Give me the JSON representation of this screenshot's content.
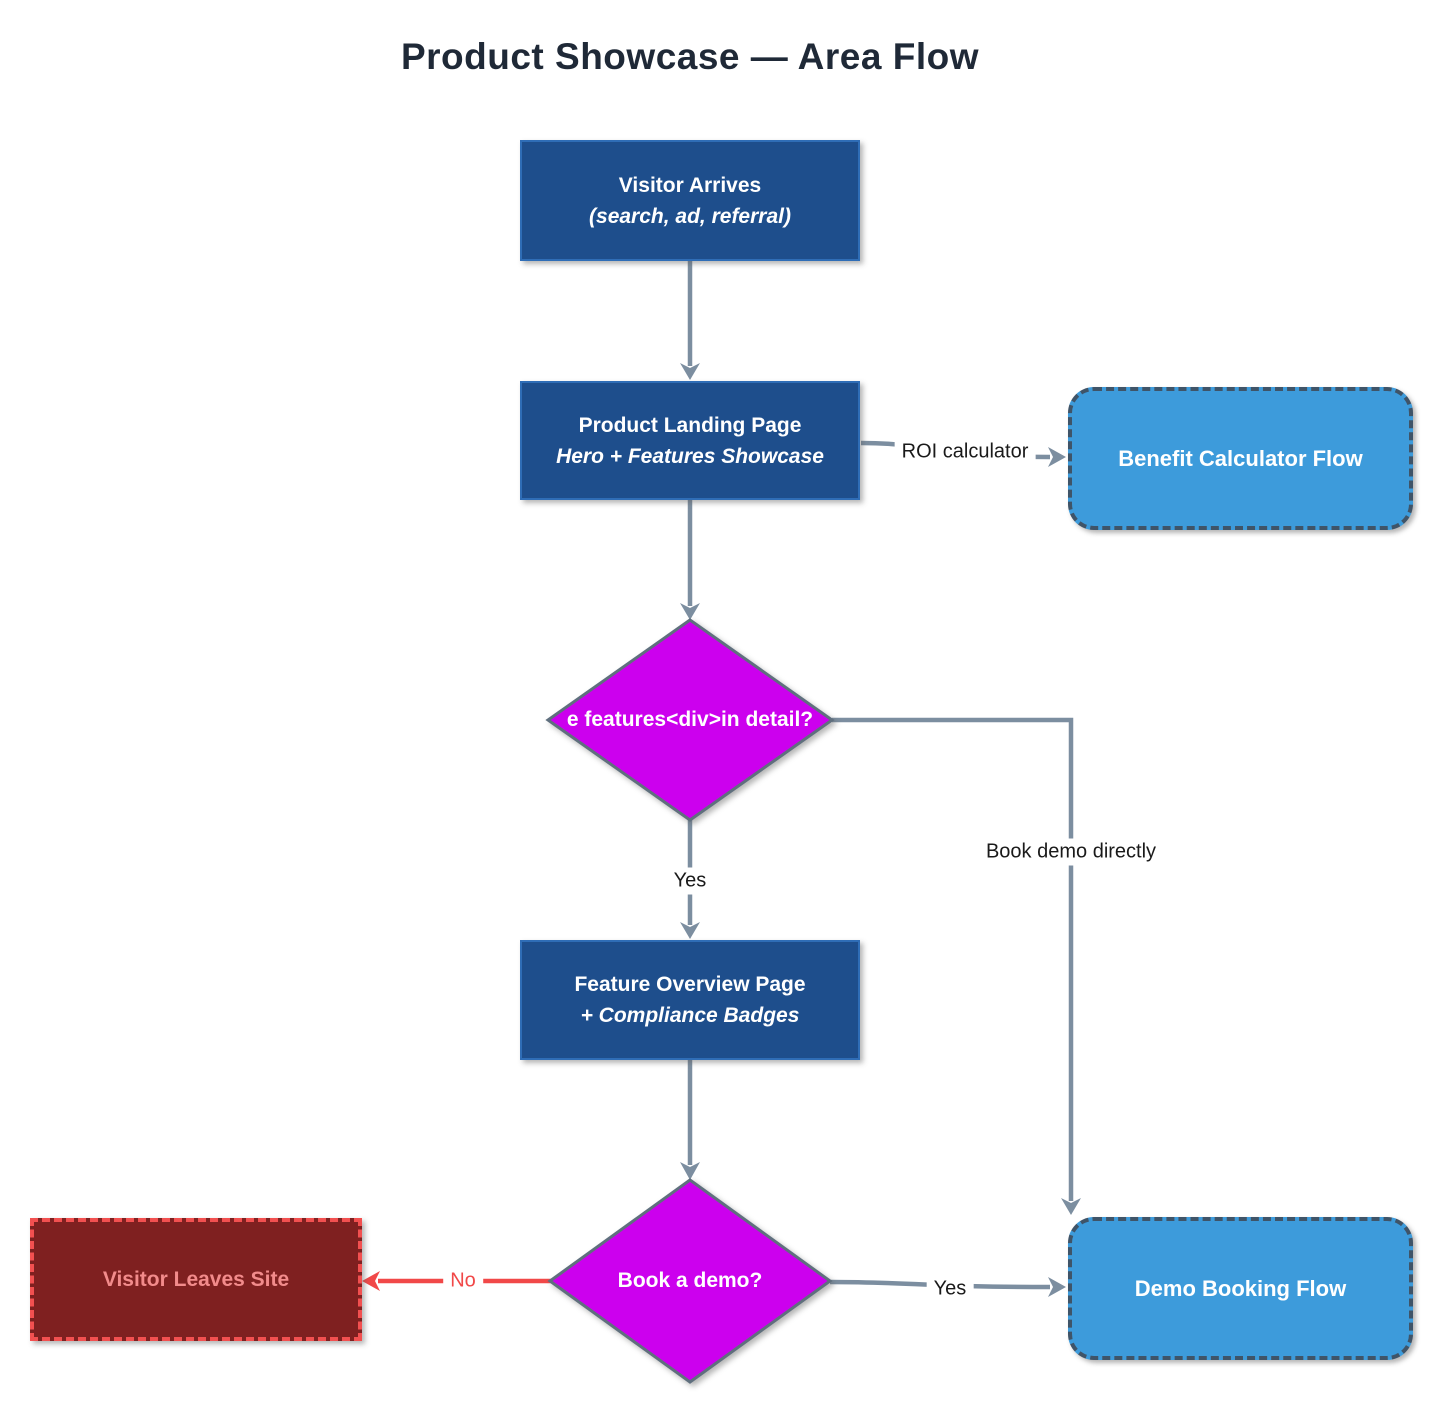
{
  "title": "Product Showcase — Area Flow",
  "nodes": {
    "visitor_arrives": {
      "line1": "Visitor Arrives",
      "line2": "(search, ad, referral)"
    },
    "landing": {
      "line1": "Product Landing Page",
      "line2": "Hero + Features Showcase"
    },
    "benefit_calc": {
      "label": "Benefit Calculator Flow"
    },
    "decision_features": {
      "label": "e features<div>in detail?"
    },
    "feature_overview": {
      "line1": "Feature Overview Page",
      "line2": "+ Compliance Badges"
    },
    "decision_demo": {
      "label": "Book a demo?"
    },
    "demo_booking": {
      "label": "Demo Booking Flow"
    },
    "visitor_leaves": {
      "label": "Visitor Leaves Site"
    }
  },
  "edge_labels": {
    "roi": "ROI calculator",
    "yes1": "Yes",
    "book_direct": "Book demo directly",
    "yes2": "Yes",
    "no": "No"
  },
  "colors": {
    "node_dark_blue": "#1e4e8c",
    "node_dark_blue_border": "#2f6db6",
    "subroutine_blue": "#3d9bdb",
    "subroutine_border": "#3f5468",
    "decision_magenta": "#cc00ee",
    "decision_border": "#5f6f7e",
    "terminal_maroon": "#7f2020",
    "terminal_border": "#f25050",
    "terminal_text": "#f28b8b",
    "edge_gray": "#7c8ea0",
    "edge_red": "#f14848",
    "title_color": "#1f2937"
  }
}
